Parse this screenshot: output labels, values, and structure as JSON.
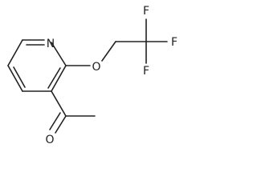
{
  "molecule": {
    "atoms": {
      "nitrogen": "N",
      "ether_oxygen": "O",
      "carbonyl_oxygen": "O",
      "fluorine_top": "F",
      "fluorine_right": "F",
      "fluorine_bottom": "F"
    }
  }
}
